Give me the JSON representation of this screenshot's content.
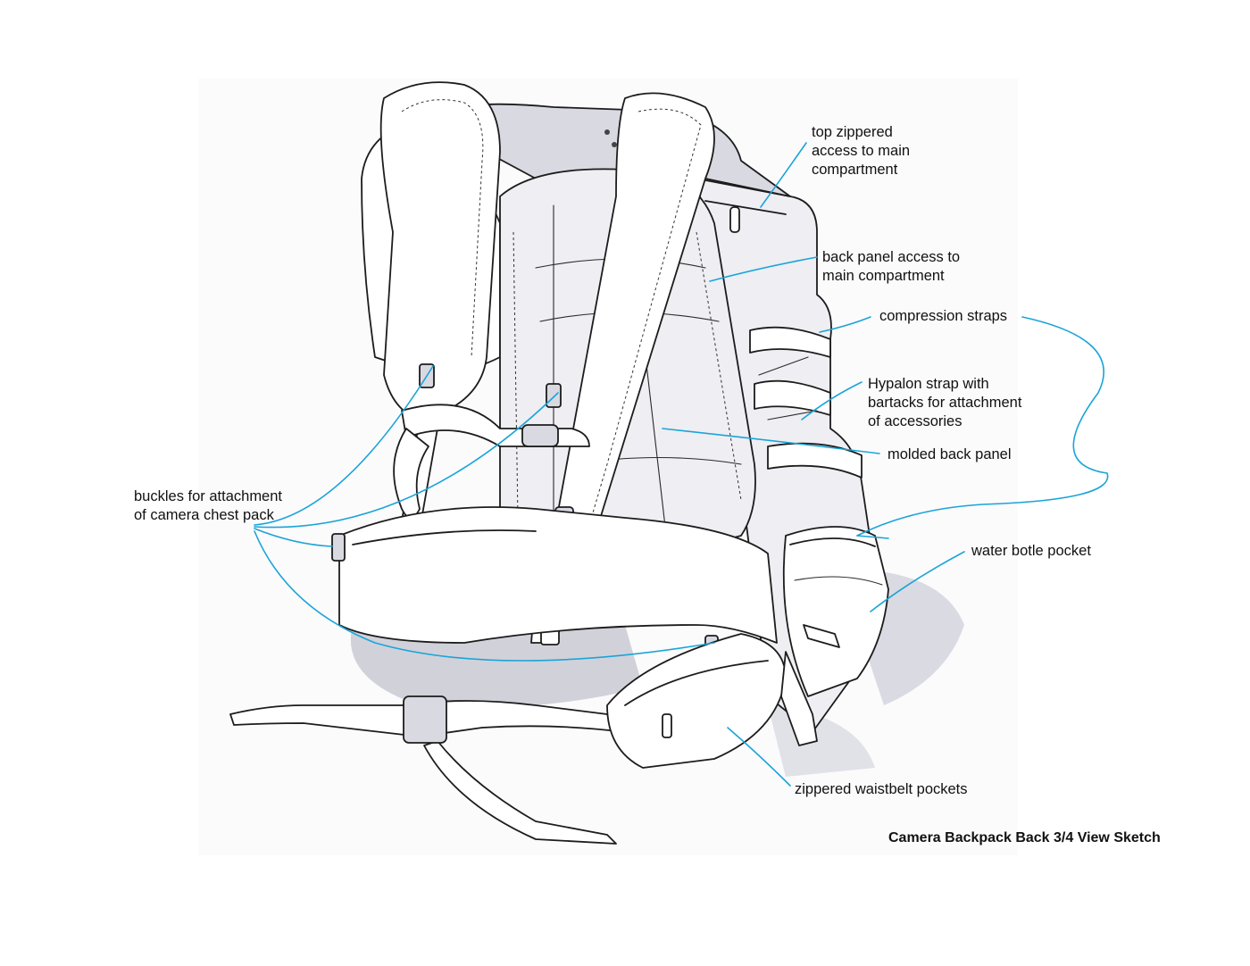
{
  "caption": "Camera Backpack Back 3/4 View Sketch",
  "callouts": {
    "top_zippered": "top zippered\naccess to main\ncompartment",
    "back_panel_access": "back panel access to\nmain compartment",
    "compression_straps": "compression straps",
    "hypalon_strap": "Hypalon strap with\nbartacks for attachment\nof accessories",
    "molded_back_panel": "molded back panel",
    "buckles": "buckles for attachment\nof camera chest pack",
    "water_bottle_pocket": "water botle pocket",
    "waistbelt_pockets": "zippered waistbelt pockets"
  },
  "colors": {
    "leader": "#1aa4d8",
    "ink": "#1c1c1c",
    "shadow": "#c9c9d4"
  }
}
